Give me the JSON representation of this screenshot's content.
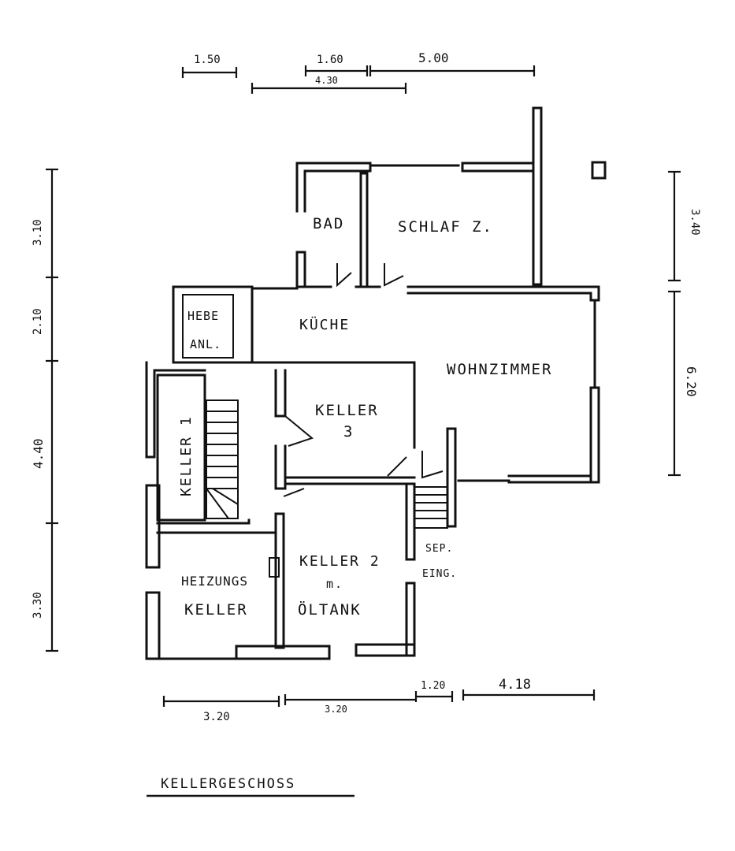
{
  "rooms": {
    "bad": "BAD",
    "schlaf": "SCHLAF Z.",
    "hebe_1": "HEBE",
    "hebe_2": "ANL.",
    "kuche": "KÜCHE",
    "wohnzimmer": "WOHNZIMMER",
    "keller1": "KELLER 1",
    "keller3_1": "KELLER",
    "keller3_2": "3",
    "keller2_1": "KELLER 2",
    "keller2_2": "m.",
    "keller2_3": "ÖLTANK",
    "heizung_1": "HEIZUNGS",
    "heizung_2": "KELLER",
    "sep_1": "SEP.",
    "sep_2": "EING."
  },
  "dimensions": {
    "top_1": "1.50",
    "top_2": "1.60",
    "top_3": "5.00",
    "top_4": "4.30",
    "left_1": "3.10",
    "left_2": "2.10",
    "left_3": "4.40",
    "left_4": "3.30",
    "right_1": "3.40",
    "right_2": "6.20",
    "bottom_1": "3.20",
    "bottom_2": "3.20",
    "bottom_3": "1.20",
    "bottom_4": "4.18"
  },
  "title": "KELLERGESCHOSS"
}
